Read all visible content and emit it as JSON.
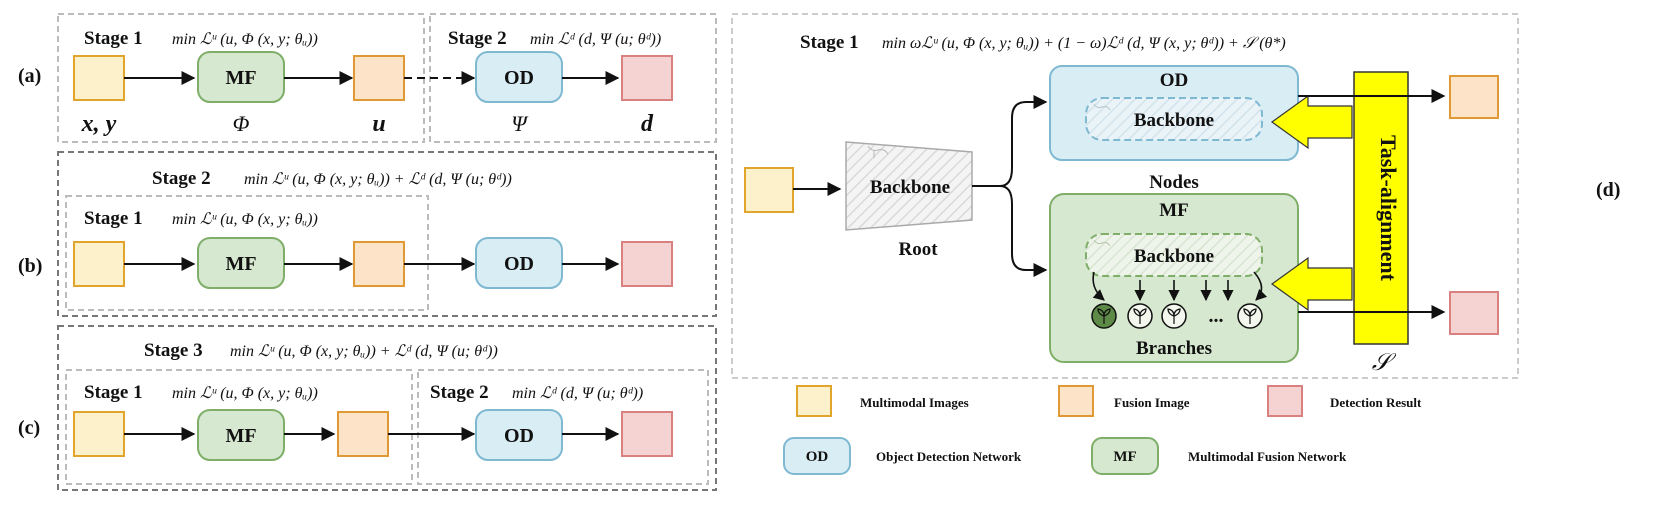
{
  "panels": {
    "a": {
      "tag": "(a)",
      "stage1": "Stage 1",
      "stage1_eq": "min ℒᵘ (u, Φ (x, y; θᵤ))",
      "stage2": "Stage 2",
      "stage2_eq": "min ℒᵈ (d, Ψ (u; θᵈ))",
      "mf": "MF",
      "od": "OD",
      "var_xy": "x, y",
      "var_phi": "Φ",
      "var_u": "u",
      "var_psi": "Ψ",
      "var_d": "d"
    },
    "b": {
      "tag": "(b)",
      "outer_stage": "Stage 2",
      "outer_eq": "min ℒᵘ (u, Φ (x, y; θᵤ)) + ℒᵈ (d, Ψ (u; θᵈ))",
      "inner_stage": "Stage 1",
      "inner_eq": "min ℒᵘ (u, Φ (x, y; θᵤ))",
      "mf": "MF",
      "od": "OD"
    },
    "c": {
      "tag": "(c)",
      "outer_stage": "Stage 3",
      "outer_eq": "min ℒᵘ (u, Φ (x, y; θᵤ)) + ℒᵈ (d, Ψ (u; θᵈ))",
      "stage1": "Stage 1",
      "stage1_eq": "min ℒᵘ (u, Φ (x, y; θᵤ))",
      "stage2": "Stage 2",
      "stage2_eq": "min ℒᵈ (d, Ψ (u; θᵈ))",
      "mf": "MF",
      "od": "OD"
    },
    "d": {
      "tag": "(d)",
      "stage": "Stage 1",
      "eq": "min ωℒᵘ (u, Φ (x, y; θᵤ)) + (1 − ω)ℒᵈ (d, Ψ (x, y; θᵈ)) + 𝒮 (θ*)",
      "backbone": "Backbone",
      "root": "Root",
      "nodes": "Nodes",
      "od": "OD",
      "mf": "MF",
      "branches": "Branches",
      "dots": "...",
      "task_alignment": "Task-alignment",
      "s_symbol": "𝒮"
    }
  },
  "legend": {
    "multimodal_images": "Multimodal Images",
    "fusion_image": "Fusion Image",
    "detection_result": "Detection Result",
    "od_short": "OD",
    "od_long": "Object Detection Network",
    "mf_short": "MF",
    "mf_long": "Multimodal Fusion Network"
  },
  "colors": {
    "input_fill": "#fdf1cc",
    "input_stroke": "#e0a52a",
    "fusion_fill": "#fde3c8",
    "fusion_stroke": "#e09a35",
    "detect_fill": "#f6d3d3",
    "detect_stroke": "#d98080",
    "od_fill": "#d9edf5",
    "od_stroke": "#7fb9d1",
    "mf_fill": "#d6e8cf",
    "mf_stroke": "#7fae69",
    "yellow": "#ffff00",
    "dash_gray": "#bbbbbb",
    "dash_dark": "#777777"
  }
}
